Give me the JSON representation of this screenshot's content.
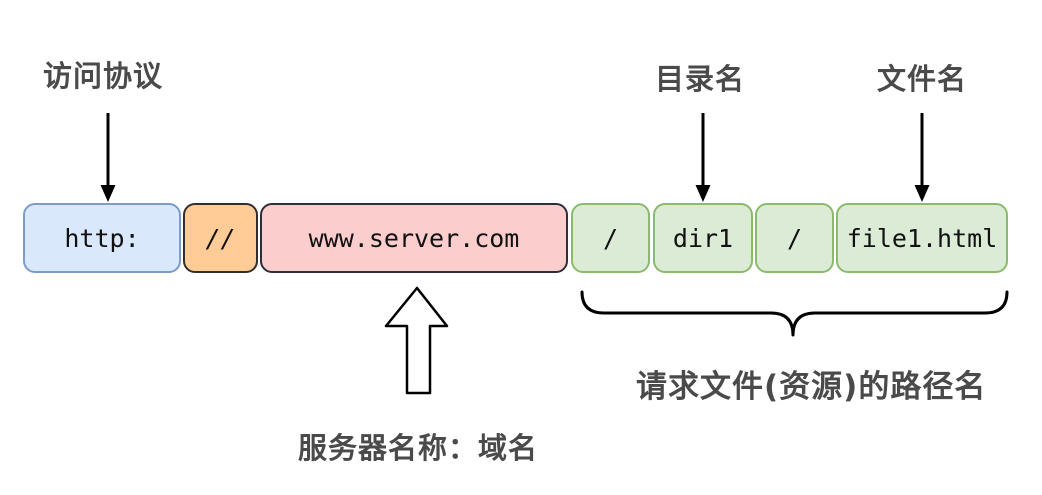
{
  "diagram": {
    "title_meaning": "URL structure diagram",
    "labels": {
      "protocol": "访问协议",
      "directory": "目录名",
      "filename": "文件名",
      "server": "服务器名称：域名",
      "path": "请求文件(资源)的路径名"
    },
    "url_segments": [
      {
        "text": "http:",
        "color": "blue"
      },
      {
        "text": "//",
        "color": "orange"
      },
      {
        "text": "www.server.com",
        "color": "pink"
      },
      {
        "text": "/",
        "color": "green"
      },
      {
        "text": "dir1",
        "color": "green"
      },
      {
        "text": "/",
        "color": "green"
      },
      {
        "text": "file1.html",
        "color": "green"
      }
    ],
    "colors": {
      "blue_fill": "#dae8fc",
      "blue_border": "#7d9bc8",
      "orange_fill": "#ffcb96",
      "orange_border": "#2f2f2f",
      "pink_fill": "#fbcdcd",
      "pink_border": "#2e2e3a",
      "green_fill": "#dcebd5",
      "green_border": "#8bba6e",
      "label_text": "#4a4a4a",
      "arrow": "#000000",
      "background": "#ffffff"
    }
  }
}
